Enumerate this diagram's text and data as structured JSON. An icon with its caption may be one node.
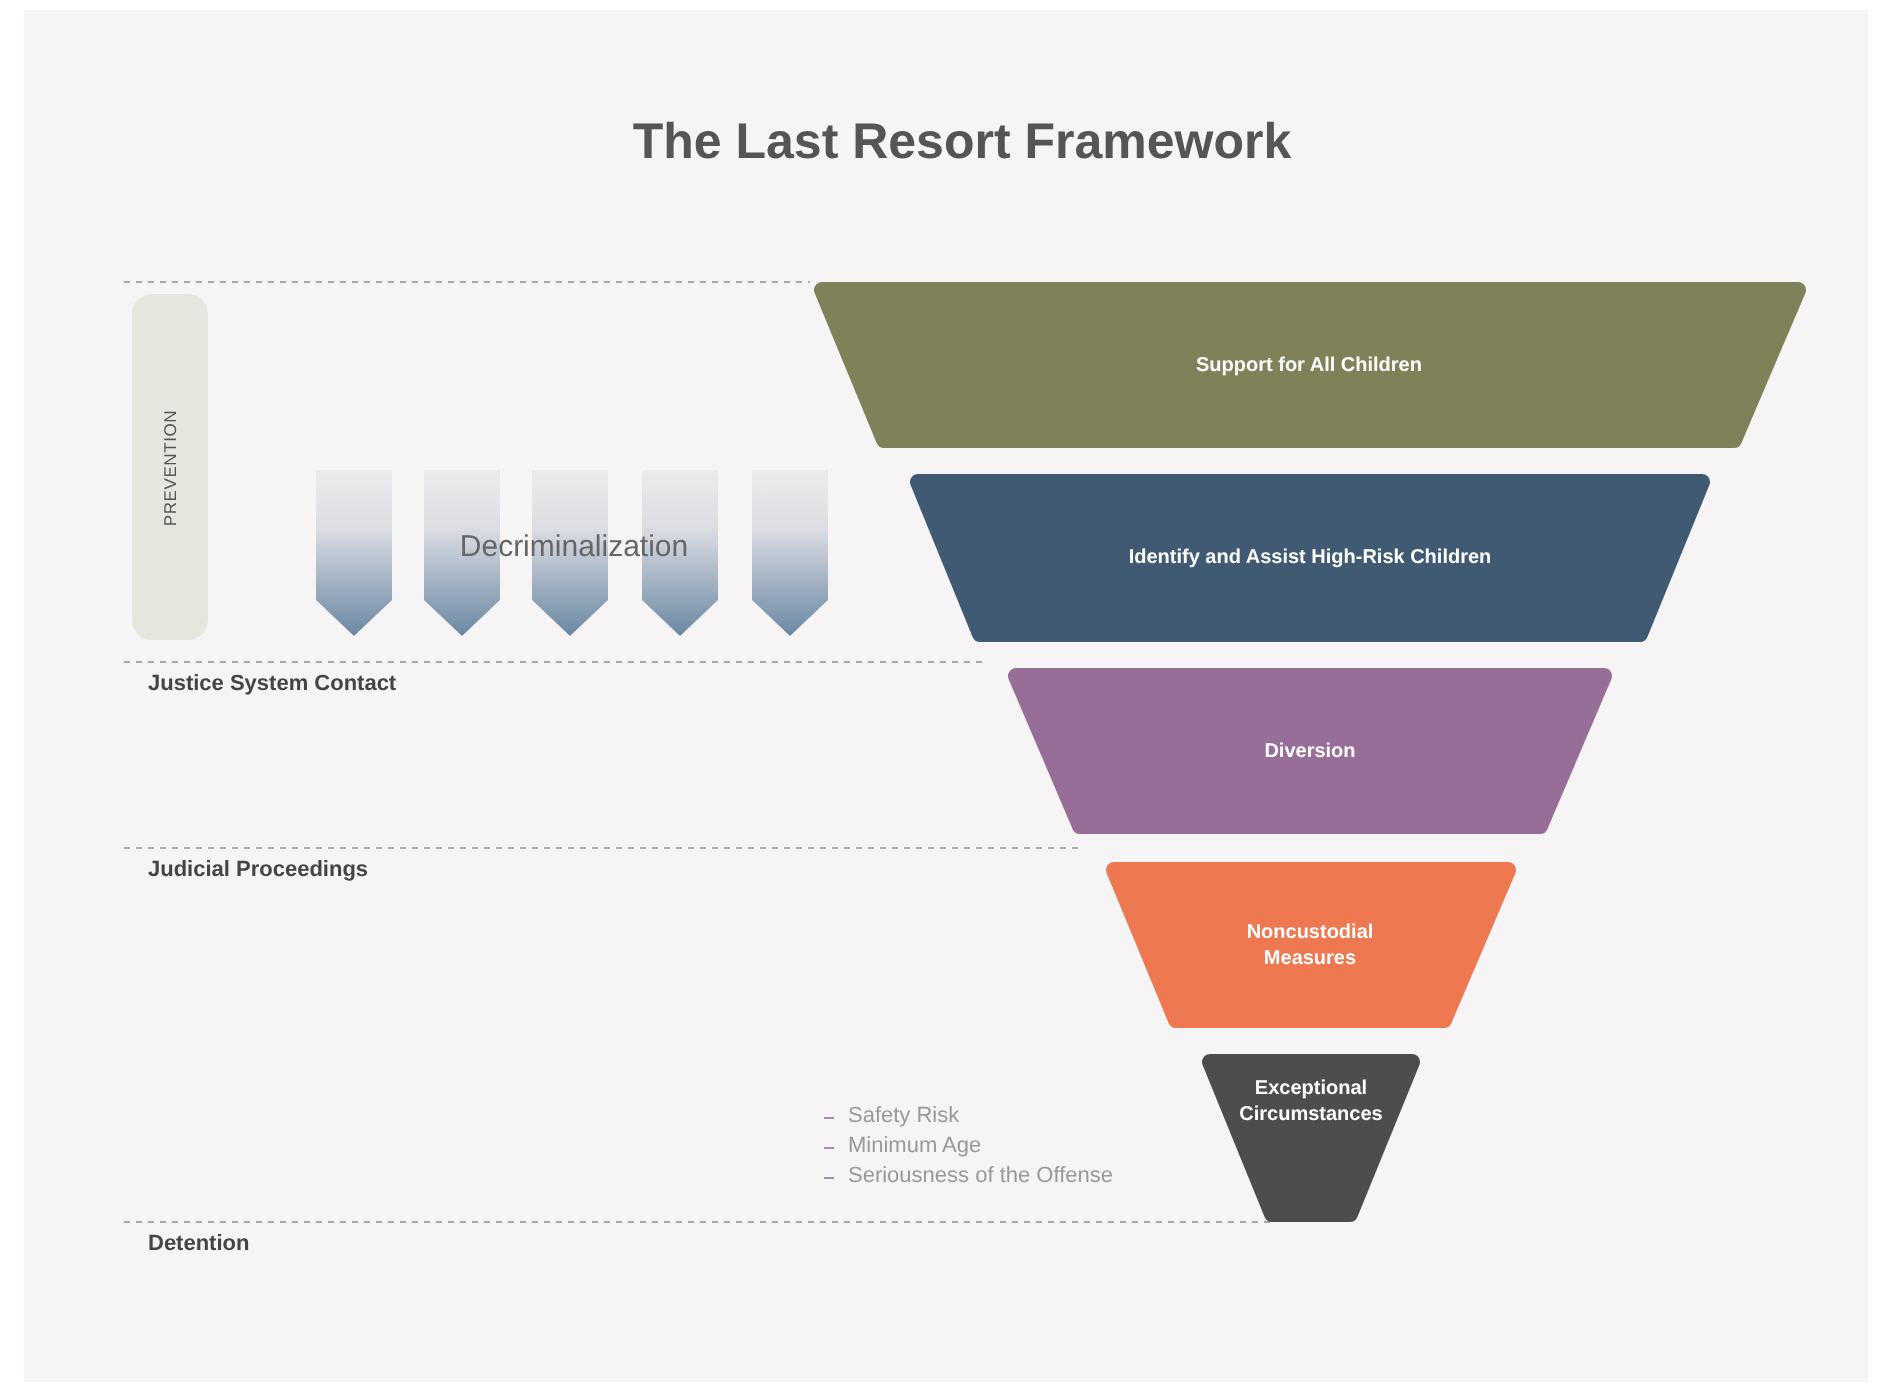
{
  "diagram": {
    "title": "The Last Resort Framework",
    "nodes": [
      {
        "text": [
          "Support for All Children"
        ]
      },
      {
        "text": [
          "Identify and Assist High-Risk Children"
        ]
      },
      {
        "text": [
          "Diversion"
        ]
      },
      {
        "text": [
          "Noncustodial Measures"
        ]
      },
      {
        "text": [
          "Exceptional Circumstances"
        ]
      },
      {
        "text": [
          "PREVENTION"
        ]
      }
    ],
    "labels": [
      "Decriminalization",
      "Justice System Contact",
      "Judicial Proceedings",
      "Safety Risk",
      "Minimum Age",
      "Seriousness of the Offense",
      "Detention"
    ]
  }
}
